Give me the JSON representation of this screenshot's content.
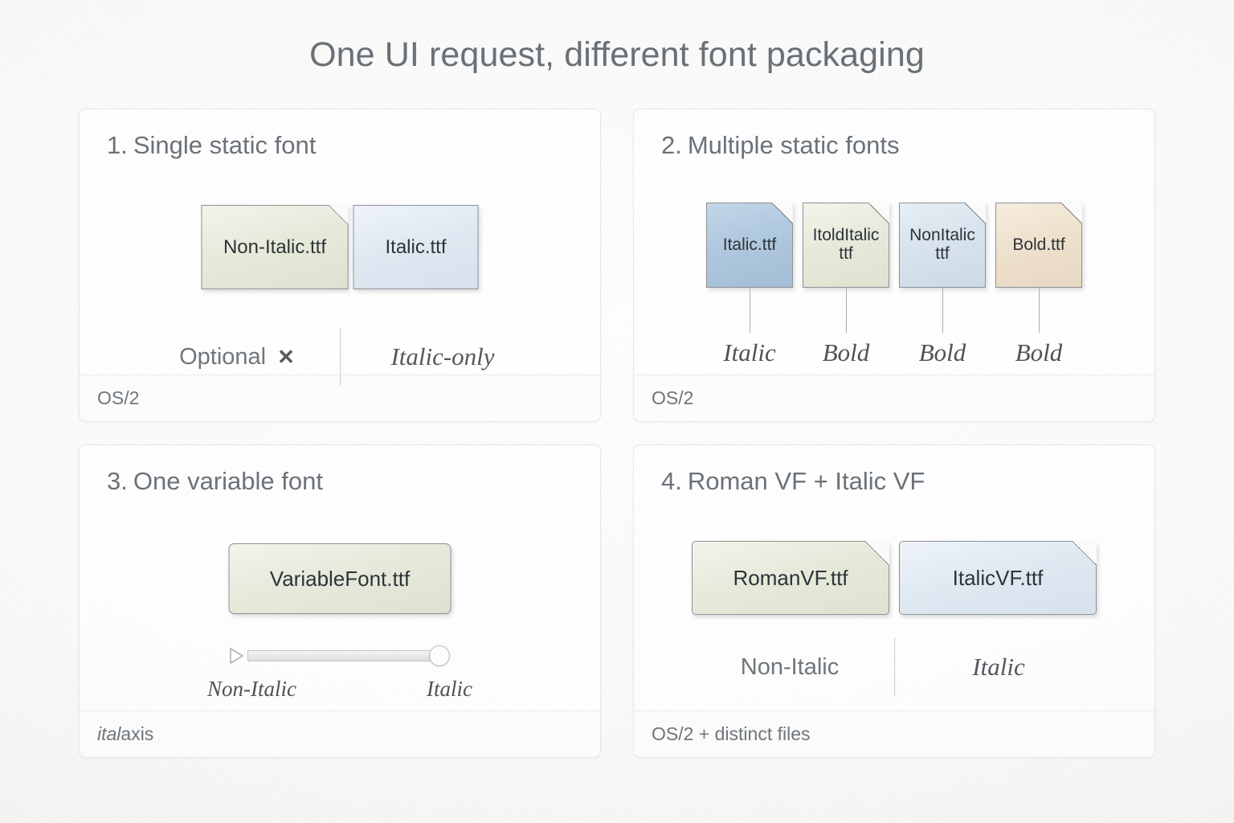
{
  "title": "One UI request, different font packaging",
  "panels": [
    {
      "num": "1.",
      "heading": "Single static font",
      "footer": "OS/2",
      "files": [
        {
          "label": "Non-Italic.ttf",
          "color": "green"
        },
        {
          "label": "Italic.ttf",
          "color": "blue"
        }
      ],
      "caption_left": "Optional",
      "caption_x": "✕",
      "caption_right": "Italic-only"
    },
    {
      "num": "2.",
      "heading": "Multiple static fonts",
      "footer": "OS/2",
      "files": [
        {
          "label": "Italic.ttf",
          "color": "blue-d",
          "tag": "Italic"
        },
        {
          "label": "ItoldItalic\nttf",
          "color": "green",
          "tag": "Bold"
        },
        {
          "label": "NonItalic\nttf",
          "color": "blue-l",
          "tag": "Bold"
        },
        {
          "label": "Bold.ttf",
          "color": "tan",
          "tag": "Bold"
        }
      ]
    },
    {
      "num": "3.",
      "heading": "One variable font",
      "footer_italic": "ital",
      "footer_rest": " axis",
      "file": {
        "label": "VariableFont.ttf",
        "color": "green"
      },
      "slider": {
        "min_label": "Non-Italic",
        "max_label": "Italic",
        "value_percent": 100
      }
    },
    {
      "num": "4.",
      "heading": "Roman VF + Italic VF",
      "footer": "OS/2 + distinct files",
      "files": [
        {
          "label": "RomanVF.ttf",
          "color": "green"
        },
        {
          "label": "ItalicVF.ttf",
          "color": "blue"
        }
      ],
      "caption_left": "Non-Italic",
      "caption_right": "Italic"
    }
  ],
  "colors": {
    "background": "#fbfbfa",
    "title": "#697077",
    "heading": "#6b7279",
    "panel_border": "#e6e6e4",
    "green": "#dde2d0",
    "blue": "#d7e1ec",
    "blue_dark": "#a3bdd6",
    "blue_light": "#ccdae7",
    "tan": "#e7d8c2"
  }
}
